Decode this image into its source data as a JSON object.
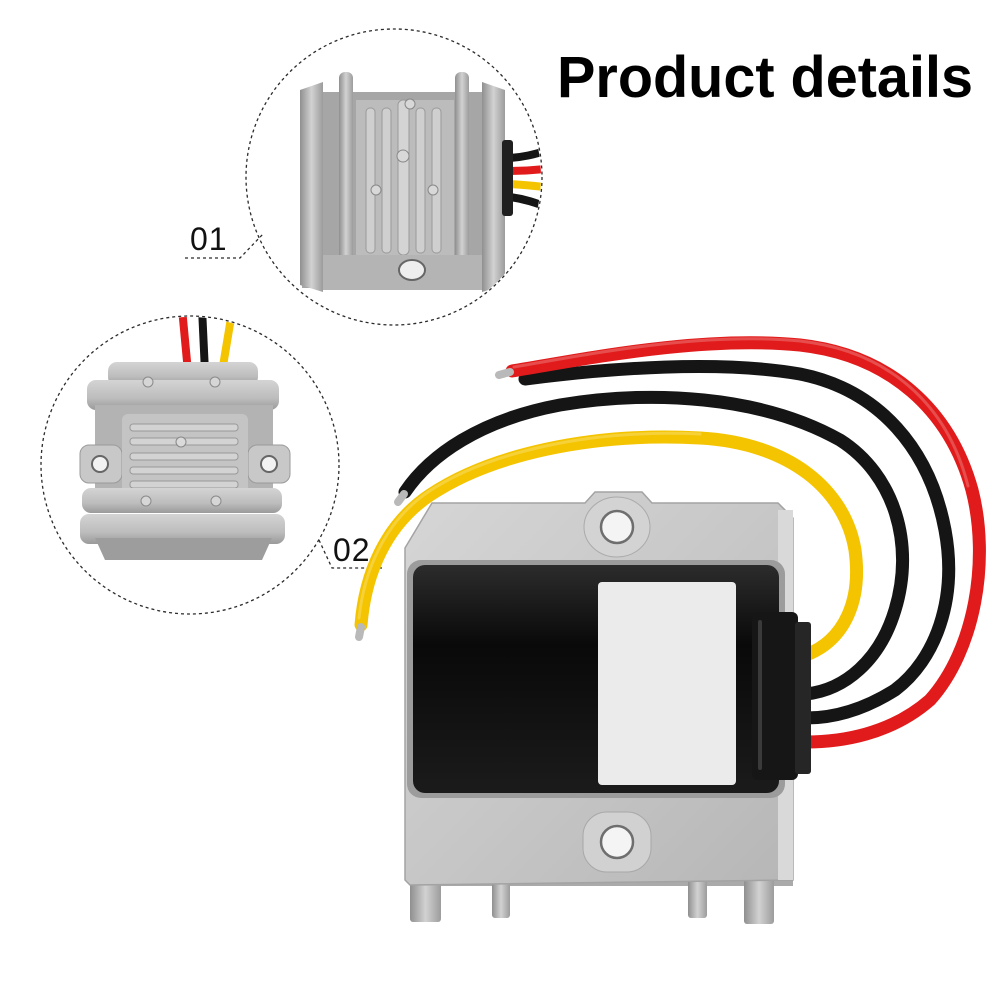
{
  "title": "Product details",
  "callouts": [
    {
      "label": "01"
    },
    {
      "label": "02"
    }
  ],
  "colors": {
    "background": "#ffffff",
    "title_text": "#000000",
    "wire_red": "#e11b1b",
    "wire_black": "#151515",
    "wire_yellow": "#f4c400",
    "housing_silver": "#c6c6c6",
    "potting_black": "#0c0c0c",
    "label_white": "#ebebeb"
  }
}
